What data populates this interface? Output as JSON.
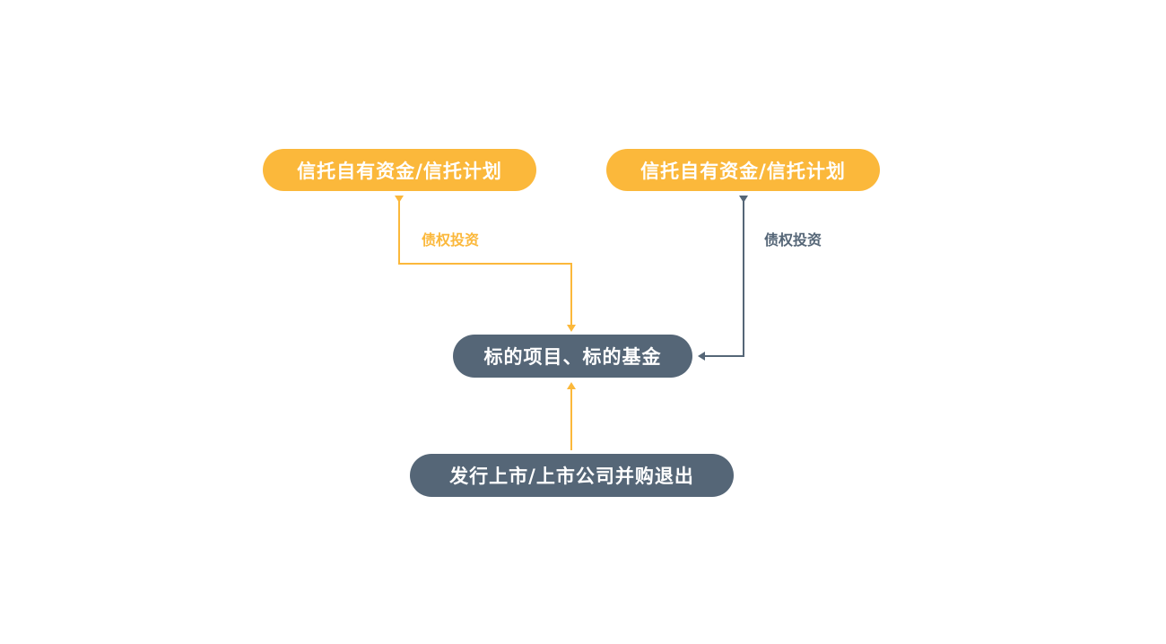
{
  "colors": {
    "accent_orange": "#fbb83b",
    "accent_slate": "#556677",
    "background": "#ffffff",
    "node_text": "#ffffff"
  },
  "nodes": {
    "top_left": "信托自有资金/信托计划",
    "top_right": "信托自有资金/信托计划",
    "center": "标的项目、标的基金",
    "bottom": "发行上市/上市公司并购退出"
  },
  "edge_labels": {
    "left": "债权投资",
    "right": "债权投资"
  }
}
